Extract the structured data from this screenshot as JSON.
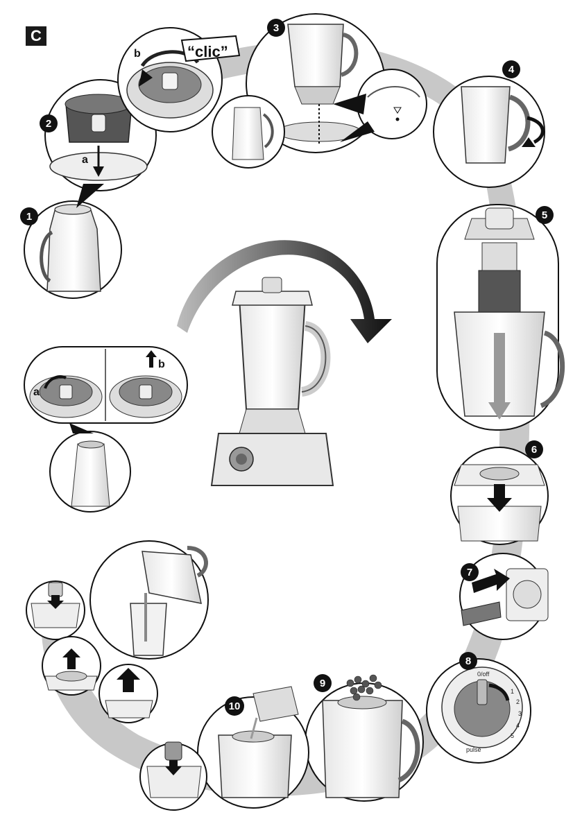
{
  "section_label": "C",
  "steps": [
    {
      "label": "1"
    },
    {
      "label": "2"
    },
    {
      "label": "3"
    },
    {
      "label": "4"
    },
    {
      "label": "5"
    },
    {
      "label": "6"
    },
    {
      "label": "7"
    },
    {
      "label": "8"
    },
    {
      "label": "9"
    },
    {
      "label": "10"
    }
  ],
  "callouts": {
    "sound": "“clic”",
    "sub_a": "a",
    "sub_b": "b",
    "sub_a2": "a",
    "sub_b2": "b"
  },
  "dial": {
    "off": "0/off",
    "s1": "1",
    "s2": "2",
    "s3": "3",
    "s4": "4",
    "s5": "5",
    "pulse": "pulse"
  }
}
